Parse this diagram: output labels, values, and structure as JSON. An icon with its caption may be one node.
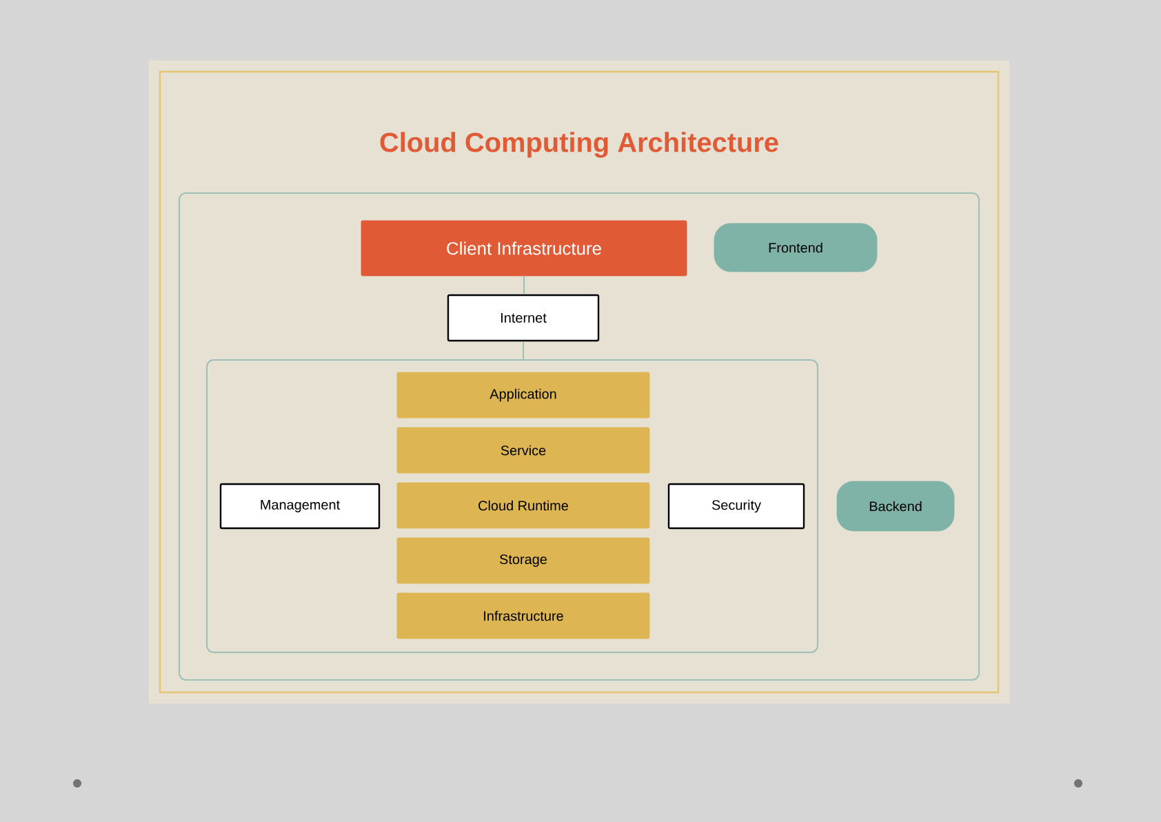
{
  "diagram": {
    "title": "Cloud Computing Architecture",
    "nodes": [
      {
        "text": [],
        "shape": "box"
      },
      {
        "text": [
          "Client Infrastructure"
        ],
        "in": 0
      },
      {
        "text": [
          "Frontend"
        ],
        "in": 0
      },
      {
        "text": [
          "Internet"
        ],
        "in": 0
      },
      {
        "text": [],
        "shape": "box",
        "in": 0
      },
      {
        "text": [
          "Application"
        ],
        "in": 4
      },
      {
        "text": [
          "Service"
        ],
        "in": 4
      },
      {
        "text": [
          "Cloud Runtime"
        ],
        "in": 4
      },
      {
        "text": [
          "Storage"
        ],
        "in": 4
      },
      {
        "text": [
          "Infrastructure"
        ],
        "in": 4
      },
      {
        "text": [
          "Management"
        ],
        "in": 4
      },
      {
        "text": [
          "Security"
        ],
        "in": 4
      },
      {
        "text": [
          "Backend"
        ],
        "in": 0
      }
    ],
    "edges": [
      {
        "from": 1,
        "to": 3,
        "arrow": "none"
      },
      {
        "from": 3,
        "to": 4,
        "arrow": "none"
      }
    ]
  }
}
